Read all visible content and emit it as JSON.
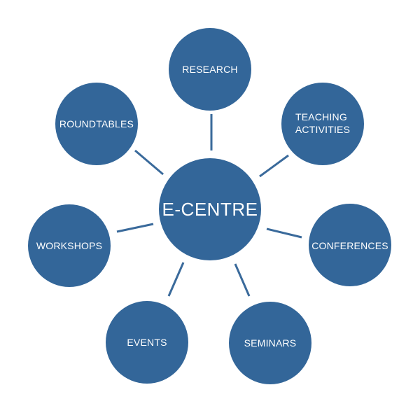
{
  "diagram": {
    "center": {
      "label": "E-CENTRE"
    },
    "nodes": [
      {
        "id": "research",
        "label": "RESEARCH"
      },
      {
        "id": "teaching-activities",
        "label": "TEACHING ACTIVITIES"
      },
      {
        "id": "conferences",
        "label": "CONFERENCES"
      },
      {
        "id": "seminars",
        "label": "SEMINARS"
      },
      {
        "id": "events",
        "label": "EVENTS"
      },
      {
        "id": "workshops",
        "label": "WORKSHOPS"
      },
      {
        "id": "roundtables",
        "label": "ROUNDTABLES"
      }
    ]
  },
  "colors": {
    "node_fill": "#336699",
    "connector": "#3a6a9b",
    "text": "#ffffff",
    "background": "#ffffff"
  }
}
